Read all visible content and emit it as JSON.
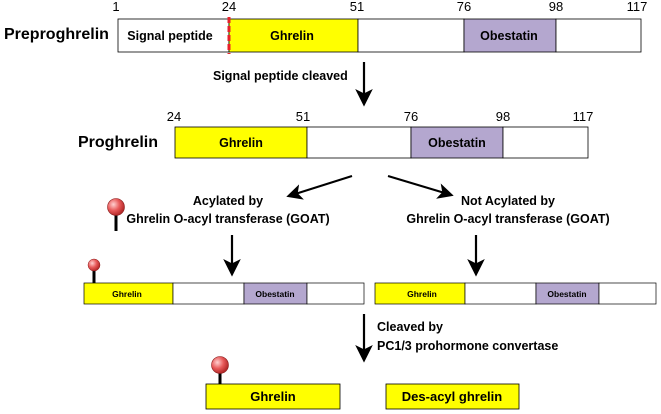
{
  "colors": {
    "ghrelin": "#ffff00",
    "obestatin": "#b4a7cf",
    "blank": "#ffffff",
    "cleavage_mark": "#e8202a",
    "acyl_ball": "#e05a5a"
  },
  "preproghrelin": {
    "title": "Preproghrelin",
    "positions": [
      "1",
      "24",
      "51",
      "76",
      "98",
      "117"
    ],
    "signal_label": "Signal peptide",
    "ghrelin_label": "Ghrelin",
    "obestatin_label": "Obestatin"
  },
  "step1": {
    "label": "Signal peptide cleaved"
  },
  "proghrelin": {
    "title": "Proghrelin",
    "positions": [
      "24",
      "51",
      "76",
      "98",
      "117"
    ],
    "ghrelin_label": "Ghrelin",
    "obestatin_label": "Obestatin"
  },
  "branch_left": {
    "line1": "Acylated by",
    "line2": "Ghrelin O-acyl transferase (GOAT)"
  },
  "branch_right": {
    "line1": "Not Acylated by",
    "line2": "Ghrelin O-acyl transferase (GOAT)"
  },
  "small_left": {
    "ghrelin_label": "Ghrelin",
    "obestatin_label": "Obestatin"
  },
  "small_right": {
    "ghrelin_label": "Ghrelin",
    "obestatin_label": "Obestatin"
  },
  "step3": {
    "line1": "Cleaved by",
    "line2": "PC1/3 prohormone convertase"
  },
  "products": {
    "acyl": "Ghrelin",
    "desacyl": "Des-acyl ghrelin"
  }
}
